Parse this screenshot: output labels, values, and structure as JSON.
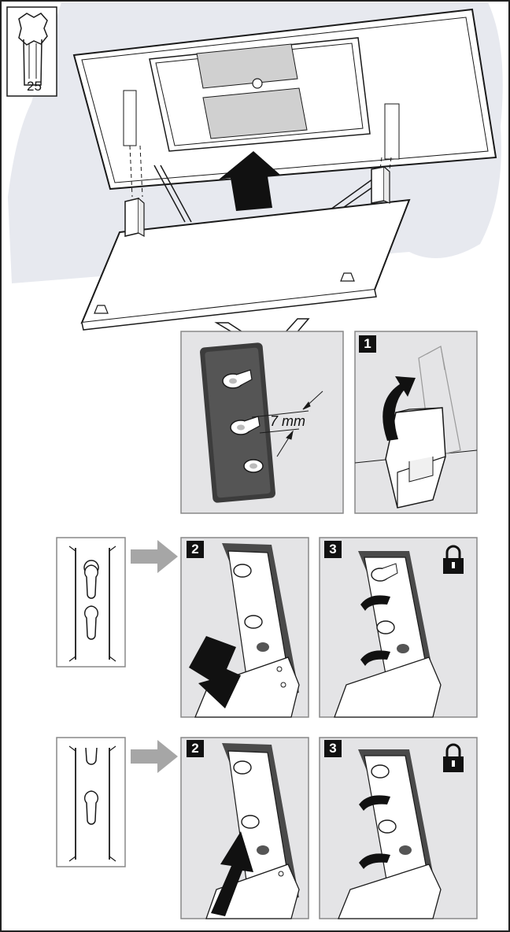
{
  "tool": {
    "torx_size": "25",
    "icon": "torx-bit-icon"
  },
  "measurement": {
    "screw_gap": "7 mm"
  },
  "steps": {
    "one": "1",
    "two": "2",
    "three": "3"
  },
  "icons": {
    "lock": "padlock-icon",
    "arrow": "arrow-icon"
  },
  "colors": {
    "wall": "#e7e9ef",
    "line": "#1a1a1a",
    "panel_border": "#888888",
    "grey_arrow": "#a6a6a6",
    "dark_bracket": "#555555"
  }
}
